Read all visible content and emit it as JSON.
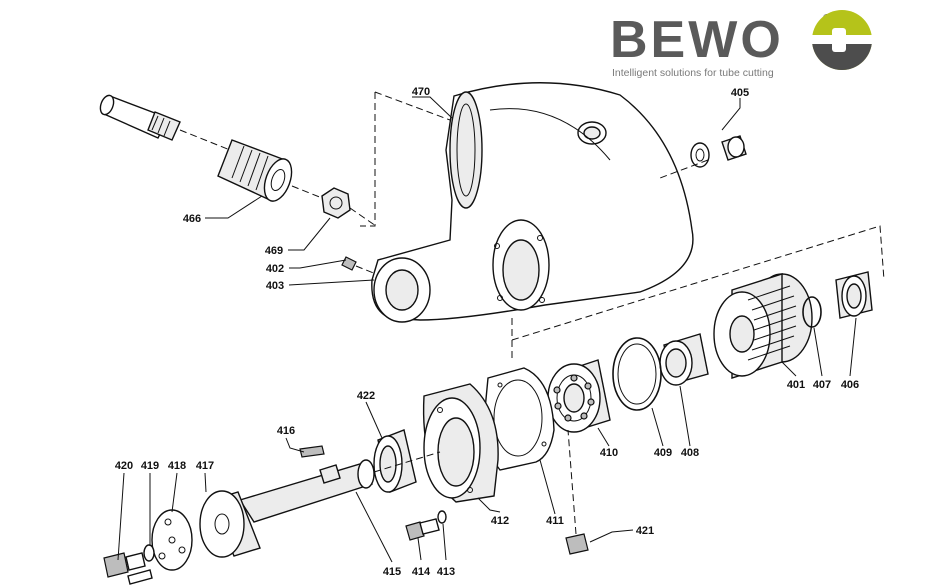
{
  "brand": {
    "name": "BEWO",
    "registered": "®",
    "tagline": "Intelligent solutions for tube cutting",
    "colors": {
      "text": "#5a5a5a",
      "accent": "#b5c31a",
      "dark": "#4d4d4d"
    }
  },
  "parts": [
    {
      "id": "p470",
      "label": "470"
    },
    {
      "id": "p405",
      "label": "405"
    },
    {
      "id": "p466",
      "label": "466"
    },
    {
      "id": "p469",
      "label": "469"
    },
    {
      "id": "p402",
      "label": "402"
    },
    {
      "id": "p403",
      "label": "403"
    },
    {
      "id": "p422",
      "label": "422"
    },
    {
      "id": "p416",
      "label": "416"
    },
    {
      "id": "p420",
      "label": "420"
    },
    {
      "id": "p419",
      "label": "419"
    },
    {
      "id": "p418",
      "label": "418"
    },
    {
      "id": "p417",
      "label": "417"
    },
    {
      "id": "p415",
      "label": "415"
    },
    {
      "id": "p414",
      "label": "414"
    },
    {
      "id": "p413",
      "label": "413"
    },
    {
      "id": "p412",
      "label": "412"
    },
    {
      "id": "p411",
      "label": "411"
    },
    {
      "id": "p410",
      "label": "410"
    },
    {
      "id": "p409",
      "label": "409"
    },
    {
      "id": "p408",
      "label": "408"
    },
    {
      "id": "p401",
      "label": "401"
    },
    {
      "id": "p407",
      "label": "407"
    },
    {
      "id": "p406",
      "label": "406"
    },
    {
      "id": "p421",
      "label": "421"
    }
  ]
}
